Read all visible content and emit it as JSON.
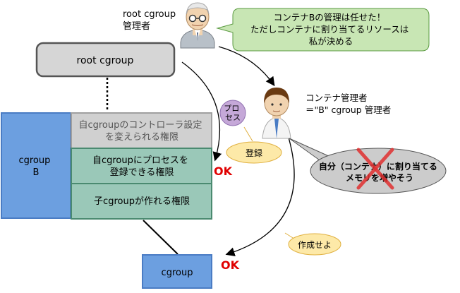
{
  "diagram": {
    "root_admin_label": [
      "root cgroup",
      "管理者"
    ],
    "root_speech": [
      "コンテナBの管理は任せた！",
      "ただしコンテナに割り当てるリソースは",
      "私が決める"
    ],
    "root_cgroup_box": "root cgroup",
    "container_admin_label": [
      "コンテナ管理者",
      "＝\"B\" cgroup 管理者"
    ],
    "process_bubble": [
      "プロ",
      "セス"
    ],
    "register_bubble": "登録",
    "cgroup_b_label": [
      "cgroup",
      "B"
    ],
    "perm_controller": [
      "自cgroupのコントローラ設定",
      "を変えられる権限"
    ],
    "perm_register": [
      "自cgroupにプロセスを",
      "登録できる権限"
    ],
    "perm_child": "子cgroupが作れる権限",
    "ok_register": "OK",
    "ok_create": "OK",
    "create_bubble": "作成せよ",
    "denied_thought": [
      "自分（コンテナ）に割り当てる",
      "メモリを増やそう"
    ],
    "child_cgroup_box": "cgroup"
  },
  "colors": {
    "root_box_fill": "#d6d6d6",
    "speech_fill": "#c8e6b4",
    "speech_stroke": "#5a9a40",
    "cgroup_b_fill": "#6c9fe0",
    "cgroup_b_stroke": "#4a7cc4",
    "perm_gray_fill": "#d0d0d0",
    "perm_green_fill": "#9ac8b8",
    "perm_green_stroke": "#4a8a70",
    "bubble_yellow": "#fde9a8",
    "bubble_yellow_stroke": "#e0b040",
    "process_fill": "#c5a8d8",
    "ok_red": "#e00000",
    "cross_red": "#e03030",
    "thought_fill": "#cccccc"
  }
}
